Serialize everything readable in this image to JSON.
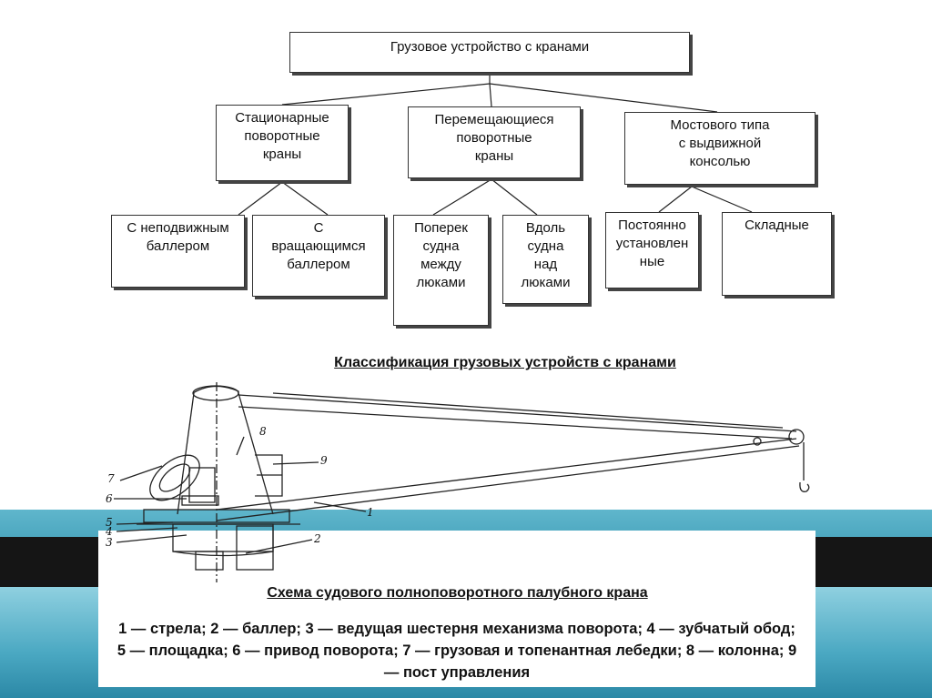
{
  "tree": {
    "root": "Грузовое устройство с кранами",
    "level1": [
      "Стационарные\nповоротные\nкраны",
      "Перемещающиеся\nповоротные\nкраны",
      "Мостового типа\nс выдвижной\nконсолью"
    ],
    "level2": [
      "С неподвижным\nбаллером",
      "С\nвращающимся\nбаллером",
      "Поперек\nсудна\nмежду\nлюками",
      "Вдоль\nсудна\nнад\nлюками",
      "Постоянно\nустановлен\nные",
      "Складные"
    ]
  },
  "classification_caption": "Классификация грузовых устройств с кранами",
  "crane_numbers": [
    "1",
    "2",
    "3",
    "4",
    "5",
    "6",
    "7",
    "8",
    "9"
  ],
  "scheme_title": "Схема судового полноповоротного палубного крана",
  "legend": "1 — стрела; 2 — баллер; 3 — ведущая шестерня механизма поворота; 4 — зубчатый обод; 5 — площадка; 6 — привод поворота; 7 — грузовая и топенантная лебедки; 8 — колонна; 9 — пост управления"
}
